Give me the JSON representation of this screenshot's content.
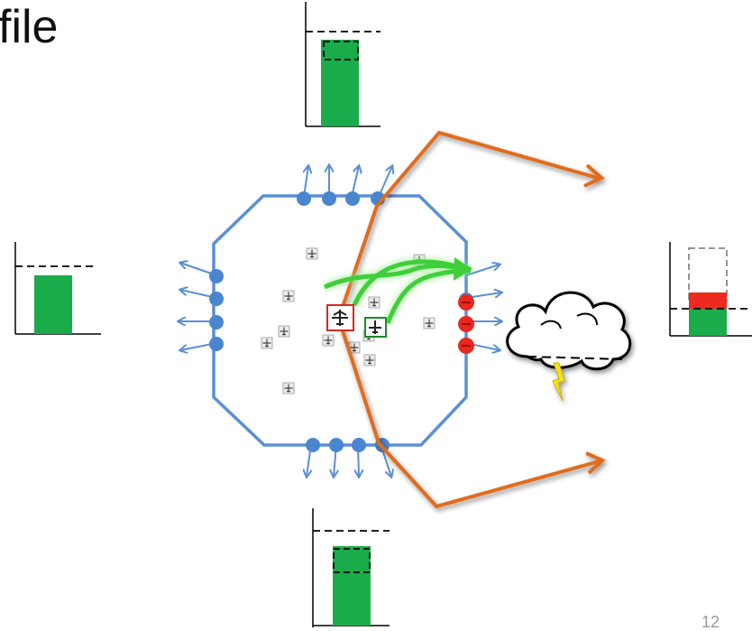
{
  "slide": {
    "title_fragment": "file",
    "page_number": "12"
  },
  "colors": {
    "airspace_border": "#5b8fd6",
    "boundary_point": "#4a86d0",
    "closed_point": "#e8281e",
    "route_arrow": "#e06c1a",
    "reroute_arrow": "#3fcf3a",
    "capacity_fill": "#1aab4b",
    "overload_fill": "#ee2a1f",
    "selected_flight_box": "#d42a1f",
    "alternate_flight_box": "#1a8a2a"
  },
  "icons": {
    "aircraft": "airplane-icon",
    "weather": "thunderstorm-cloud-icon"
  },
  "capacity_gauges": [
    {
      "id": "north",
      "demand_ratio": 0.8,
      "capacity_ratio": 0.95,
      "adjusted_ratio": 0.82,
      "overloaded": false
    },
    {
      "id": "west",
      "demand_ratio": 0.85,
      "capacity_ratio": 0.98,
      "adjusted_ratio": null,
      "overloaded": false
    },
    {
      "id": "east",
      "demand_ratio": 0.45,
      "capacity_ratio": 0.45,
      "adjusted_ratio": 0.85,
      "overloaded": true
    },
    {
      "id": "south",
      "demand_ratio": 0.8,
      "capacity_ratio": 0.95,
      "adjusted_ratio": 0.82,
      "overloaded": false
    }
  ]
}
